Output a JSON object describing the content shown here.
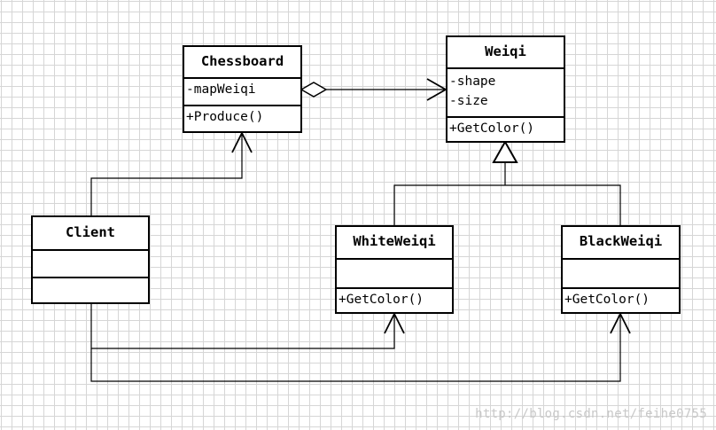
{
  "classes": {
    "chessboard": {
      "name": "Chessboard",
      "attributes": [
        "-mapWeiqi"
      ],
      "operations": [
        "+Produce()"
      ]
    },
    "weiqi": {
      "name": "Weiqi",
      "attributes": [
        "-shape",
        "-size"
      ],
      "operations": [
        "+GetColor()"
      ]
    },
    "client": {
      "name": "Client",
      "attributes": [],
      "operations": []
    },
    "white_weiqi": {
      "name": "WhiteWeiqi",
      "attributes": [],
      "operations": [
        "+GetColor()"
      ]
    },
    "black_weiqi": {
      "name": "BlackWeiqi",
      "attributes": [],
      "operations": [
        "+GetColor()"
      ]
    }
  },
  "relationships": [
    {
      "type": "aggregation",
      "from": "Chessboard",
      "to": "Weiqi"
    },
    {
      "type": "generalization",
      "from": "WhiteWeiqi",
      "to": "Weiqi"
    },
    {
      "type": "generalization",
      "from": "BlackWeiqi",
      "to": "Weiqi"
    },
    {
      "type": "dependency",
      "from": "Client",
      "to": "Chessboard"
    },
    {
      "type": "dependency",
      "from": "Client",
      "to": "WhiteWeiqi"
    },
    {
      "type": "dependency",
      "from": "Client",
      "to": "BlackWeiqi"
    }
  ],
  "watermark": "http://blog.csdn.net/feihe0755"
}
